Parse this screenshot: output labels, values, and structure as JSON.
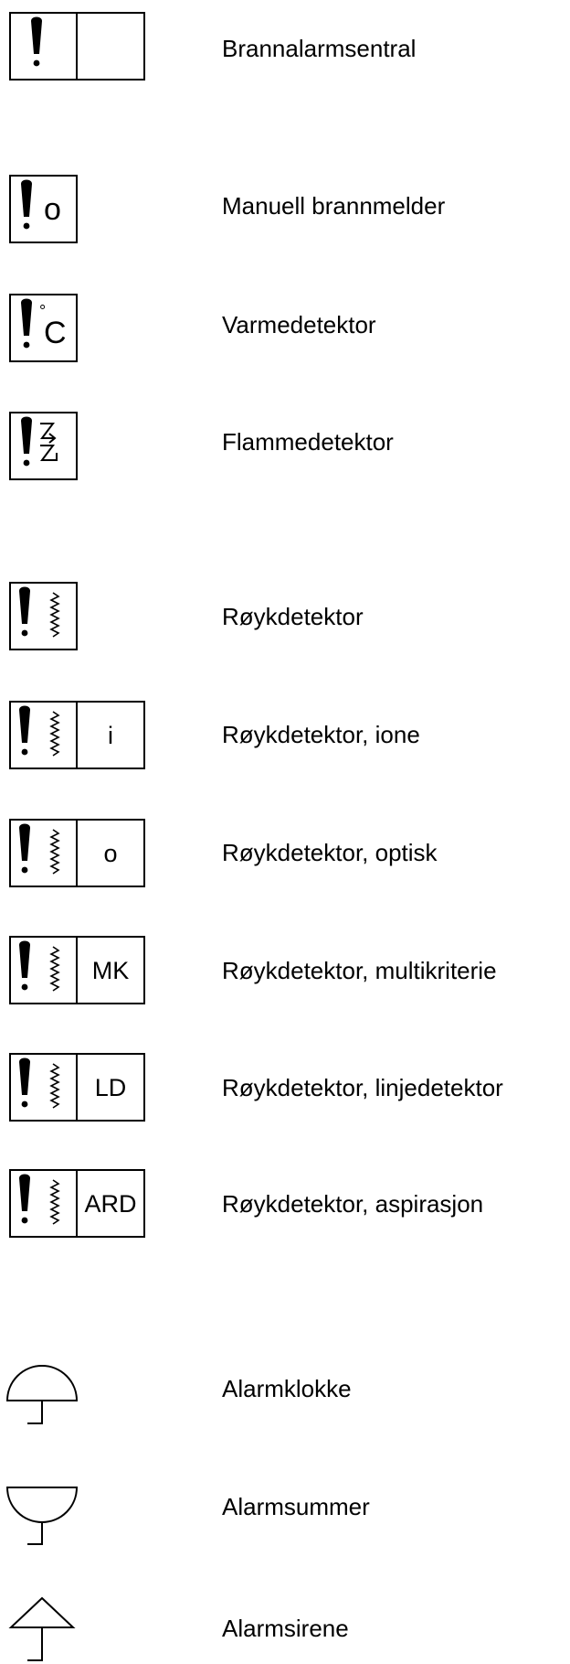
{
  "legend": {
    "fire_panel": {
      "label": "Brannalarmsentral",
      "icon": "fire-alarm-panel-icon"
    },
    "manual_call_point": {
      "label": "Manuell brannmelder",
      "icon": "manual-call-point-icon",
      "glyph": "o"
    },
    "heat_detector": {
      "label": "Varmedetektor",
      "icon": "heat-detector-icon",
      "glyph_deg": "°",
      "glyph_c": "C"
    },
    "flame_detector": {
      "label": "Flammedetektor",
      "icon": "flame-detector-icon"
    },
    "smoke_detector": {
      "label": "Røykdetektor",
      "icon": "smoke-detector-icon"
    },
    "smoke_ion": {
      "label": "Røykdetektor, ione",
      "icon": "smoke-detector-ion-icon",
      "code": "i"
    },
    "smoke_optical": {
      "label": "Røykdetektor, optisk",
      "icon": "smoke-detector-optical-icon",
      "code": "o"
    },
    "smoke_multi": {
      "label": "Røykdetektor, multikriterie",
      "icon": "smoke-detector-multi-icon",
      "code": "MK"
    },
    "smoke_line": {
      "label": "Røykdetektor, linjedetektor",
      "icon": "smoke-detector-line-icon",
      "code": "LD"
    },
    "smoke_aspiration": {
      "label": "Røykdetektor, aspirasjon",
      "icon": "smoke-detector-aspiration-icon",
      "code": "ARD"
    },
    "alarm_bell": {
      "label": "Alarmklokke",
      "icon": "alarm-bell-icon"
    },
    "alarm_buzzer": {
      "label": "Alarmsummer",
      "icon": "alarm-buzzer-icon"
    },
    "alarm_siren": {
      "label": "Alarmsirene",
      "icon": "alarm-siren-icon"
    }
  },
  "colors": {
    "stroke": "#000000",
    "background": "#ffffff"
  }
}
